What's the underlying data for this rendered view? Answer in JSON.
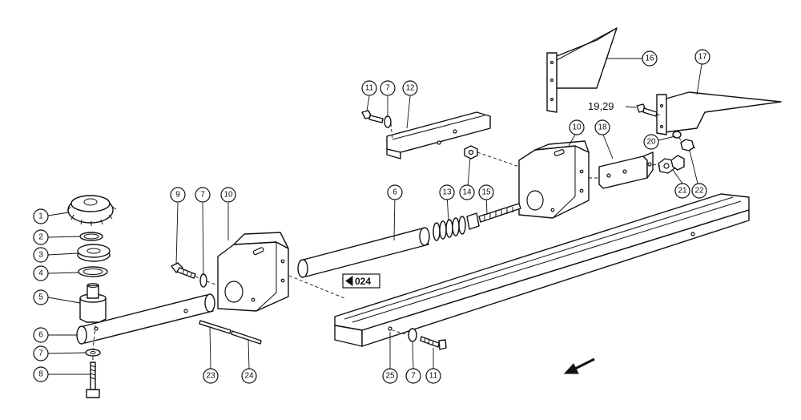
{
  "callouts": {
    "c1": "1",
    "c2": "2",
    "c3": "3",
    "c4": "4",
    "c5": "5",
    "c6a": "6",
    "c6b": "6",
    "c7a": "7",
    "c7b": "7",
    "c7c": "7",
    "c7d": "7",
    "c8": "8",
    "c9": "9",
    "c10a": "10",
    "c10b": "10",
    "c11a": "11",
    "c11b": "11",
    "c12": "12",
    "c13": "13",
    "c14": "14",
    "c15": "15",
    "c16": "16",
    "c17": "17",
    "c18": "18",
    "c20": "20",
    "c21": "21",
    "c22": "22",
    "c23": "23",
    "c24": "24",
    "c25": "25"
  },
  "label_19_29": "19,29",
  "page_ref": "024"
}
